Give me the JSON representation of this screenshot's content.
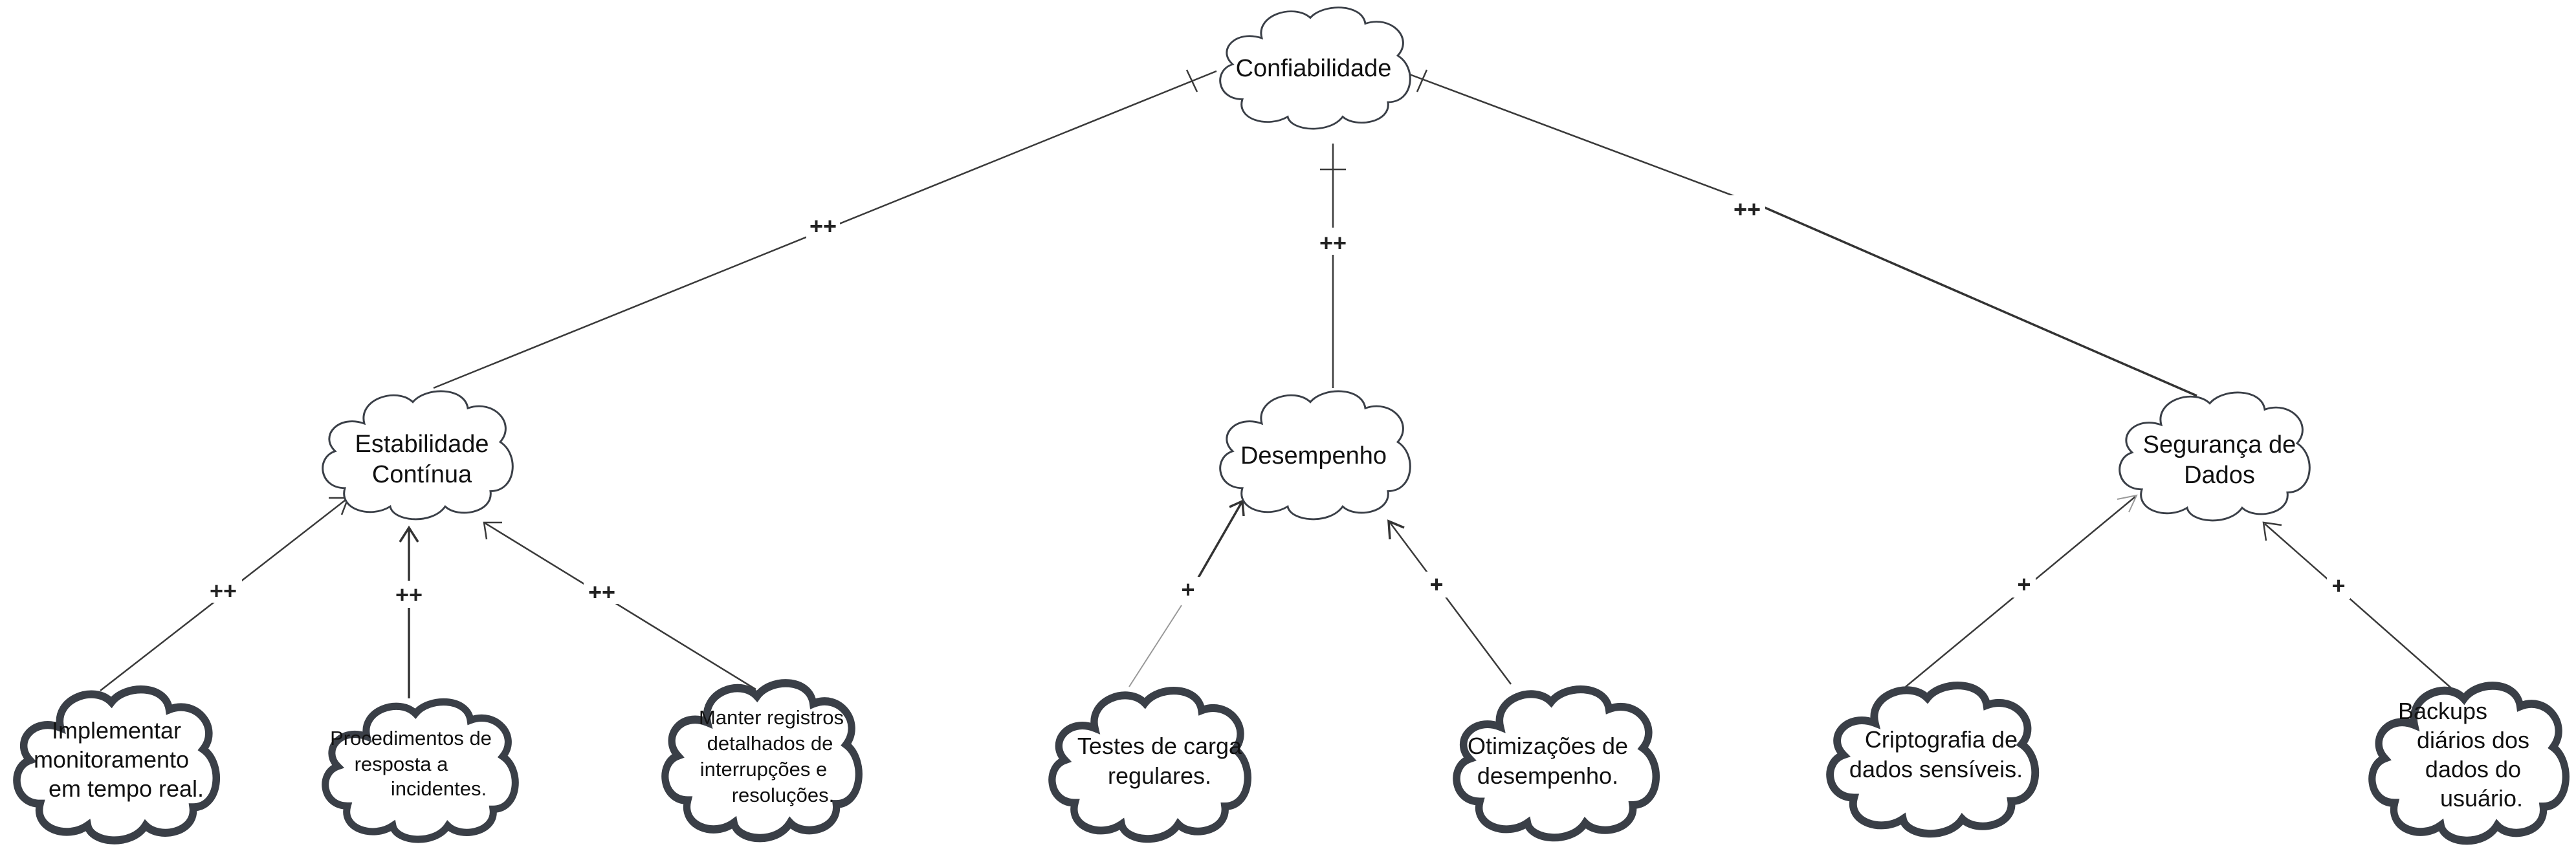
{
  "nodes": {
    "confiabilidade": {
      "lines": [
        "Confiabilidade"
      ]
    },
    "estabilidade": {
      "lines": [
        "Estabilidade",
        "Contínua"
      ]
    },
    "desempenho": {
      "lines": [
        "Desempenho"
      ]
    },
    "seguranca": {
      "lines": [
        "Segurança de",
        "Dados"
      ]
    },
    "monitoramento": {
      "lines": [
        "Implementar",
        "monitoramento",
        "em tempo real."
      ]
    },
    "procedimentos": {
      "lines": [
        "Procedimentos de",
        "resposta a",
        "incidentes."
      ]
    },
    "registros": {
      "lines": [
        "Manter registros",
        "detalhados de",
        "interrupções e",
        "resoluções."
      ]
    },
    "testes": {
      "lines": [
        "Testes de carga",
        "regulares."
      ]
    },
    "otimizacoes": {
      "lines": [
        "Otimizações de",
        "desempenho."
      ]
    },
    "criptografia": {
      "lines": [
        "Criptografia de",
        "dados sensíveis."
      ]
    },
    "backups": {
      "lines": [
        "Backups",
        "diários dos",
        "dados do",
        "usuário."
      ]
    }
  },
  "links": [
    {
      "from": "estabilidade",
      "to": "confiabilidade",
      "label": "++"
    },
    {
      "from": "desempenho",
      "to": "confiabilidade",
      "label": "++"
    },
    {
      "from": "seguranca",
      "to": "confiabilidade",
      "label": "++"
    },
    {
      "from": "monitoramento",
      "to": "estabilidade",
      "label": "++"
    },
    {
      "from": "procedimentos",
      "to": "estabilidade",
      "label": "++"
    },
    {
      "from": "registros",
      "to": "estabilidade",
      "label": "++"
    },
    {
      "from": "testes",
      "to": "desempenho",
      "label": "+"
    },
    {
      "from": "otimizacoes",
      "to": "desempenho",
      "label": "+"
    },
    {
      "from": "criptografia",
      "to": "seguranca",
      "label": "+"
    },
    {
      "from": "backups",
      "to": "seguranca",
      "label": "+"
    }
  ]
}
